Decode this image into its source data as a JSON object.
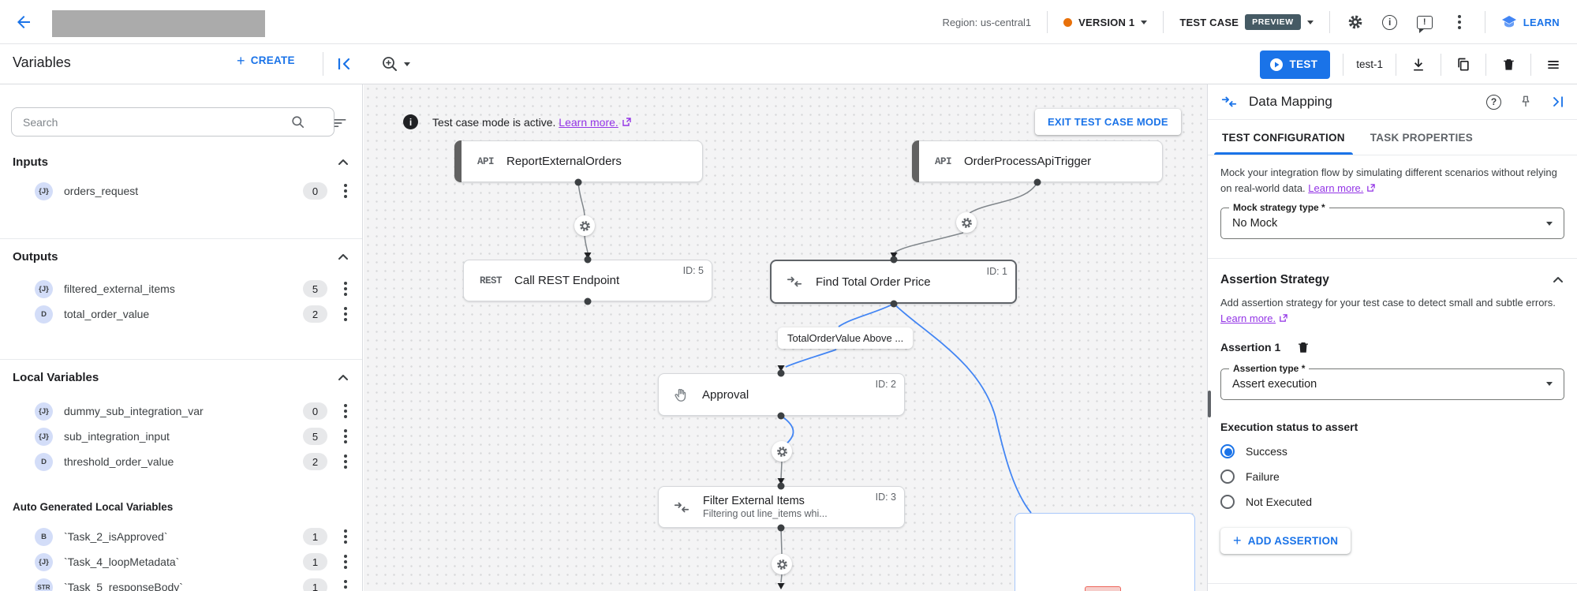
{
  "header": {
    "region_label": "Region: us-central1",
    "version": {
      "label": "VERSION 1"
    },
    "test_case": {
      "label": "TEST CASE",
      "badge": "PREVIEW"
    },
    "learn_label": "LEARN"
  },
  "toolbar": {
    "title": "Variables",
    "create_label": "CREATE",
    "test_button_label": "TEST",
    "test_case_name": "test-1"
  },
  "variables_panel": {
    "search_placeholder": "Search",
    "sections": [
      {
        "title": "Inputs",
        "items": [
          {
            "type": "{J}",
            "name": "orders_request",
            "count": "0"
          }
        ]
      },
      {
        "title": "Outputs",
        "items": [
          {
            "type": "{J}",
            "name": "filtered_external_items",
            "count": "5"
          },
          {
            "type": "D",
            "name": "total_order_value",
            "count": "2"
          }
        ]
      },
      {
        "title": "Local Variables",
        "items": [
          {
            "type": "{J}",
            "name": "dummy_sub_integration_var",
            "count": "0"
          },
          {
            "type": "{J}",
            "name": "sub_integration_input",
            "count": "5"
          },
          {
            "type": "D",
            "name": "threshold_order_value",
            "count": "2"
          }
        ]
      },
      {
        "title": "Auto Generated Local Variables",
        "items": [
          {
            "type": "B",
            "name": "`Task_2_isApproved`",
            "count": "1"
          },
          {
            "type": "{J}",
            "name": "`Task_4_loopMetadata`",
            "count": "1"
          },
          {
            "type": "STR",
            "name": "`Task_5_responseBody`",
            "count": "1"
          }
        ]
      }
    ]
  },
  "canvas": {
    "banner": {
      "text": "Test case mode is active.",
      "link": "Learn more.",
      "exit_button": "EXIT TEST CASE MODE"
    },
    "edge_label": "TotalOrderValue Above ...",
    "nodes": {
      "report": {
        "icon": "API",
        "title": "ReportExternalOrders"
      },
      "trigger": {
        "icon": "API",
        "title": "OrderProcessApiTrigger"
      },
      "rest": {
        "icon": "REST",
        "title": "Call REST Endpoint",
        "id": "ID: 5"
      },
      "find_total": {
        "title": "Find Total Order Price",
        "id": "ID: 1"
      },
      "approval": {
        "title": "Approval",
        "id": "ID: 2"
      },
      "filter": {
        "title": "Filter External Items",
        "subtitle": "Filtering out line_items whi...",
        "id": "ID: 3"
      }
    }
  },
  "panel": {
    "title": "Data Mapping",
    "tabs": [
      {
        "label": "TEST CONFIGURATION"
      },
      {
        "label": "TASK PROPERTIES"
      }
    ],
    "mock": {
      "description": "Mock your integration flow by simulating different scenarios without relying on real-world data.",
      "link": "Learn more.",
      "select_label": "Mock strategy type *",
      "select_value": "No Mock"
    },
    "assertion": {
      "heading": "Assertion Strategy",
      "description": "Add assertion strategy for your test case to detect small and subtle errors.",
      "link": "Learn more.",
      "item_title": "Assertion 1",
      "type_label": "Assertion type *",
      "type_value": "Assert execution",
      "status_label": "Execution status to assert",
      "options": [
        {
          "label": "Success",
          "selected": true
        },
        {
          "label": "Failure",
          "selected": false
        },
        {
          "label": "Not Executed",
          "selected": false
        }
      ],
      "add_button": "ADD ASSERTION"
    }
  }
}
